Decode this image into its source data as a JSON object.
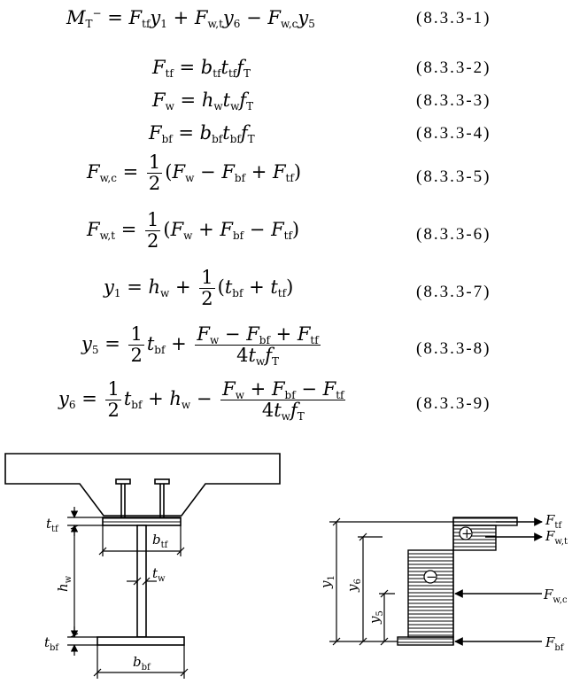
{
  "equations": [
    {
      "number": "(8.3.3-1)"
    },
    {
      "number": "(8.3.3-2)"
    },
    {
      "number": "(8.3.3-3)"
    },
    {
      "number": "(8.3.3-4)"
    },
    {
      "number": "(8.3.3-5)"
    },
    {
      "number": "(8.3.3-6)"
    },
    {
      "number": "(8.3.3-7)"
    },
    {
      "number": "(8.3.3-8)"
    },
    {
      "number": "(8.3.3-9)"
    }
  ],
  "figure_labels": {
    "t_tf": "t",
    "t_tf_sub": "tf",
    "h_w": "h",
    "h_w_sub": "w",
    "t_bf": "t",
    "t_bf_sub": "bf",
    "b_tf": "b",
    "b_tf_sub": "tf",
    "t_w": "t",
    "t_w_sub": "w",
    "b_bf": "b",
    "b_bf_sub": "bf",
    "y1": "y",
    "y1_sub": "1",
    "y6": "y",
    "y6_sub": "6",
    "y5": "y",
    "y5_sub": "5",
    "F_tf": "F",
    "F_tf_sub": "tf",
    "F_wt": "F",
    "F_wt_sub": "w,t",
    "F_wc": "F",
    "F_wc_sub": "w,c",
    "F_bf": "F",
    "F_bf_sub": "bf",
    "plus_sign": "+",
    "minus_sign": "−"
  }
}
